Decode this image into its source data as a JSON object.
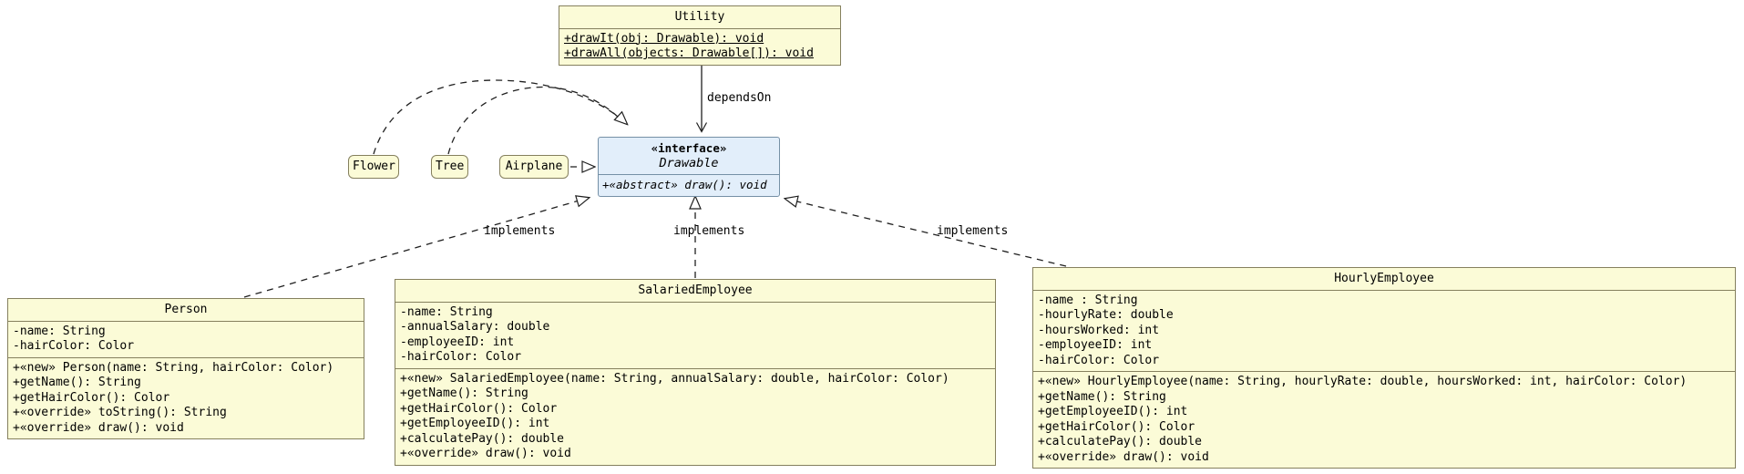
{
  "colors": {
    "class_fill": "#fbfbd7",
    "class_border": "#85805e",
    "interface_fill": "#e2eefa",
    "interface_border": "#7590a6",
    "line": "#1f1f1f",
    "text": "#000000"
  },
  "classes": {
    "utility": {
      "name": "Utility",
      "methods": [
        "+drawIt(obj: Drawable): void",
        "+drawAll(objects: Drawable[]): void"
      ]
    },
    "drawable": {
      "stereotype": "«interface»",
      "name": "Drawable",
      "methods": [
        "+«abstract» draw(): void"
      ]
    },
    "flower": {
      "name": "Flower"
    },
    "tree": {
      "name": "Tree"
    },
    "airplane": {
      "name": "Airplane"
    },
    "person": {
      "name": "Person",
      "attributes": [
        "-name: String",
        "-hairColor: Color"
      ],
      "methods": [
        "+«new» Person(name: String, hairColor: Color)",
        "+getName(): String",
        "+getHairColor(): Color",
        "+«override» toString(): String",
        "+«override» draw(): void"
      ]
    },
    "salaried_employee": {
      "name": "SalariedEmployee",
      "attributes": [
        "-name: String",
        "-annualSalary: double",
        "-employeeID: int",
        "-hairColor: Color"
      ],
      "methods": [
        "+«new» SalariedEmployee(name: String, annualSalary: double, hairColor: Color)",
        "+getName(): String",
        "+getHairColor(): Color",
        "+getEmployeeID(): int",
        "+calculatePay(): double",
        "+«override» draw(): void"
      ]
    },
    "hourly_employee": {
      "name": "HourlyEmployee",
      "attributes": [
        "-name : String",
        "-hourlyRate: double",
        "-hoursWorked: int",
        "-employeeID: int",
        "-hairColor: Color"
      ],
      "methods": [
        "+«new» HourlyEmployee(name: String, hourlyRate: double, hoursWorked: int, hairColor: Color)",
        "+getName(): String",
        "+getEmployeeID(): int",
        "+getHairColor(): Color",
        "+calculatePay(): double",
        "+«override» draw(): void"
      ]
    }
  },
  "edges": {
    "depends_on_label": "dependsOn",
    "implements_label_left": "implements",
    "implements_label_middle": "implements",
    "implements_label_right": "implements"
  }
}
